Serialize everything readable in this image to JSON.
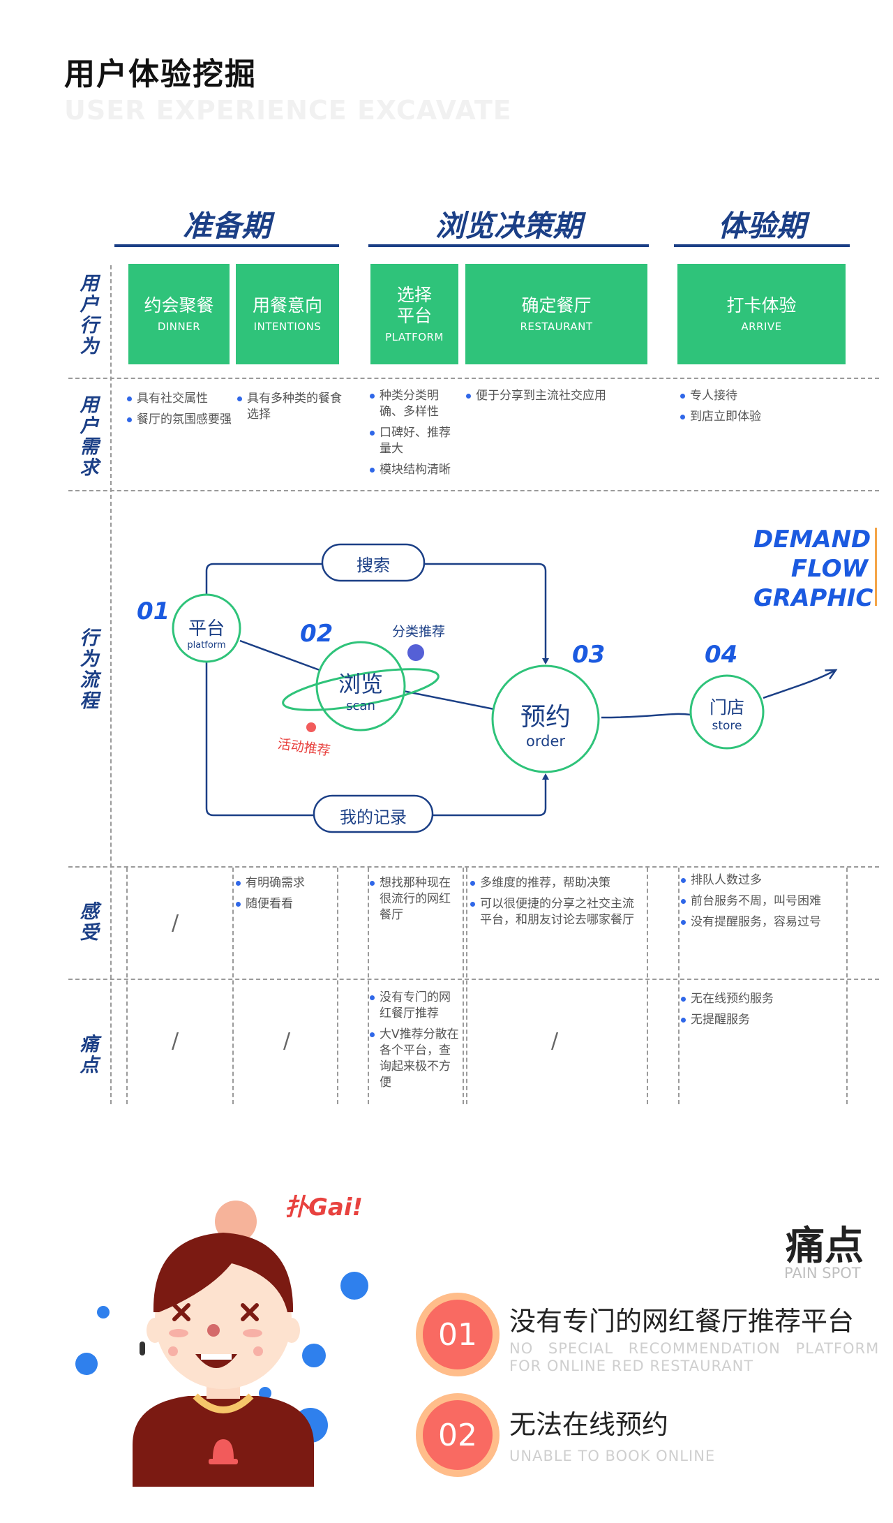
{
  "header": {
    "title": "用户体验挖掘",
    "subtitle": "USER EXPERIENCE EXCAVATE"
  },
  "phases": [
    "准备期",
    "浏览决策期",
    "体验期"
  ],
  "row_labels": {
    "behavior": "用户行为",
    "needs": "用户需求",
    "flow": "行为流程",
    "feeling": "感受",
    "pain": "痛点"
  },
  "cards": [
    {
      "cn": "约会聚餐",
      "en": "DINNER"
    },
    {
      "cn": "用餐意向",
      "en": "INTENTIONS"
    },
    {
      "cn": "选择平台",
      "en": "PLATFORM"
    },
    {
      "cn": "确定餐厅",
      "en": "RESTAURANT"
    },
    {
      "cn": "打卡体验",
      "en": "ARRIVE"
    }
  ],
  "needs": {
    "col1": [
      "具有社交属性",
      "餐厅的氛围感要强"
    ],
    "col2": [
      "具有多种类的餐食选择"
    ],
    "col3": [
      "种类分类明确、多样性",
      "口碑好、推荐量大",
      "模块结构清晰"
    ],
    "col4": [
      "便于分享到主流社交应用"
    ],
    "col5": [
      "专人接待",
      "到店立即体验"
    ]
  },
  "flow": {
    "graphic_label": [
      "DEMAND",
      "FLOW",
      "GRAPHIC"
    ],
    "search": "搜索",
    "records": "我的记录",
    "category": "分类推荐",
    "activity": "活动推荐",
    "nodes": [
      {
        "num": "01",
        "cn": "平台",
        "en": "platform"
      },
      {
        "num": "02",
        "cn": "浏览",
        "en": "scan"
      },
      {
        "num": "03",
        "cn": "预约",
        "en": "order"
      },
      {
        "num": "04",
        "cn": "门店",
        "en": "store"
      }
    ]
  },
  "feelings": {
    "col1": "/",
    "col2": [
      "有明确需求",
      "随便看看"
    ],
    "col3": [
      "想找那种现在很流行的网红餐厅"
    ],
    "col4": [
      "多维度的推荐，帮助决策",
      "可以很便捷的分享之社交主流平台，和朋友讨论去哪家餐厅"
    ],
    "col5": [
      "排队人数过多",
      "前台服务不周，叫号困难",
      "没有提醒服务，容易过号"
    ]
  },
  "pains": {
    "col1": "/",
    "col2": "/",
    "col3": [
      "没有专门的网红餐厅推荐",
      "大V推荐分散在各个平台，查询起来极不方便"
    ],
    "col4": "/",
    "col5": [
      "无在线预约服务",
      "无提醒服务"
    ]
  },
  "pain_section": {
    "exclaim": "扑Gai!",
    "title": "痛点",
    "subtitle": "PAIN SPOT",
    "items": [
      {
        "num": "01",
        "cn": "没有专门的网红餐厅推荐平台",
        "en1": "NO SPECIAL RECOMMENDATION PLATFORM",
        "en2": "FOR ONLINE RED RESTAURANT"
      },
      {
        "num": "02",
        "cn": "无法在线预约",
        "en1": "UNABLE TO BOOK ONLINE"
      }
    ]
  },
  "colors": {
    "navy": "#1b3f86",
    "green": "#2fc37a",
    "blue": "#2f67e8",
    "coral": "#f96a62",
    "red": "#e8423f"
  }
}
